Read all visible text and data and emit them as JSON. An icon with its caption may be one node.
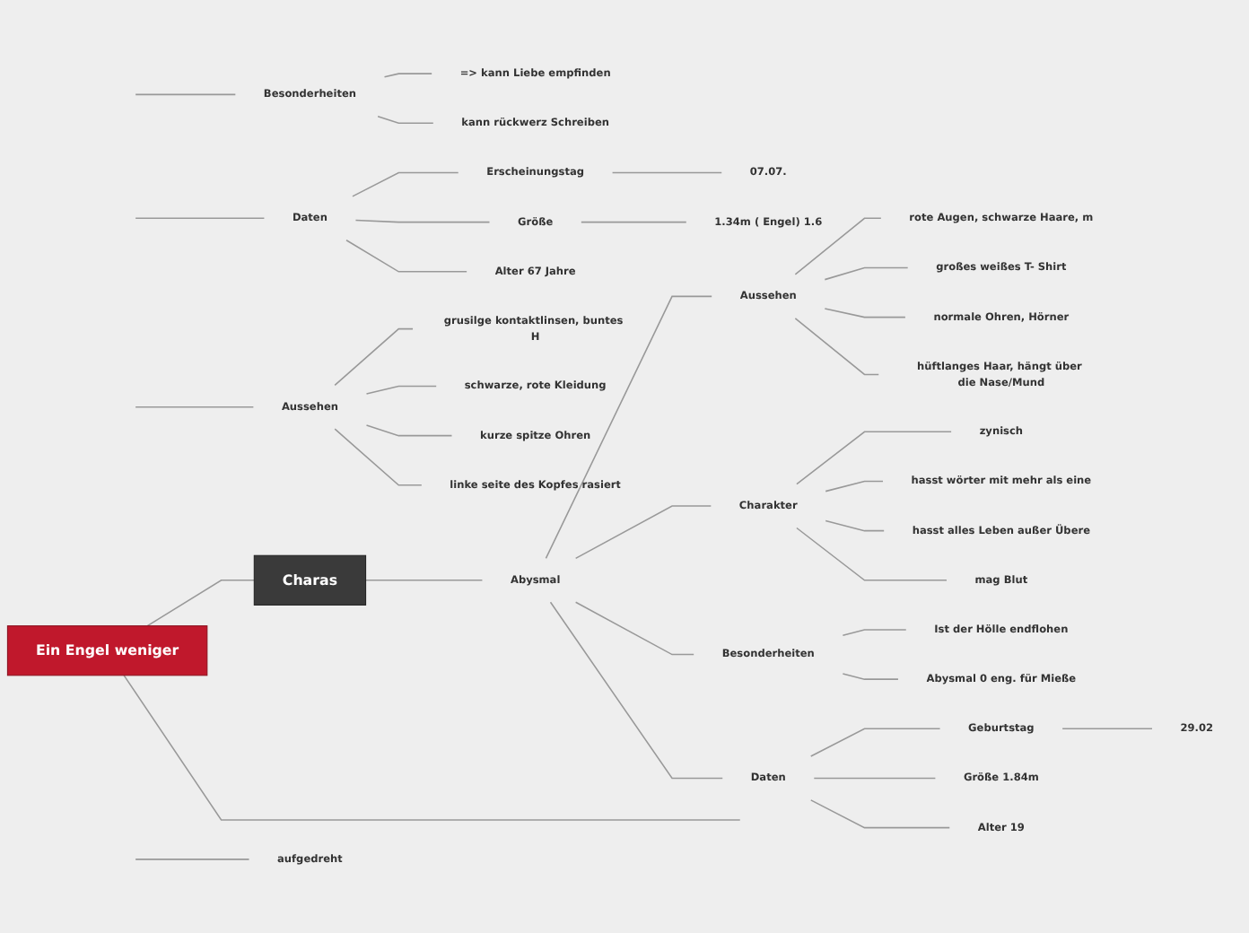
{
  "diagram": {
    "nodes": [
      {
        "text": [
          "Ein Engel weniger"
        ]
      },
      {
        "text": [
          "Charas"
        ]
      },
      {
        "text": [
          "Besonderheiten"
        ]
      },
      {
        "text": [
          "=> kann Liebe empfinden"
        ]
      },
      {
        "text": [
          "kann rückwerz Schreiben"
        ]
      },
      {
        "text": [
          "Daten"
        ]
      },
      {
        "text": [
          "Erscheinungstag"
        ]
      },
      {
        "text": [
          "07.07."
        ]
      },
      {
        "text": [
          "Größe"
        ]
      },
      {
        "text": [
          "1.34m ( Engel) 1.6"
        ]
      },
      {
        "text": [
          "Alter 67 Jahre"
        ]
      },
      {
        "text": [
          "Abysmal"
        ]
      },
      {
        "text": [
          "Aussehen"
        ]
      },
      {
        "text": [
          "rote Augen, schwarze Haare, m"
        ]
      },
      {
        "text": [
          "großes weißes T- Shirt"
        ]
      },
      {
        "text": [
          "normale Ohren, Hörner"
        ]
      },
      {
        "text": [
          "hüftlanges Haar, hängt über die Nase/Mund"
        ]
      },
      {
        "text": [
          "Charakter"
        ]
      },
      {
        "text": [
          "zynisch"
        ]
      },
      {
        "text": [
          "hasst wörter mit mehr als eine"
        ]
      },
      {
        "text": [
          "hasst alles Leben außer Übere"
        ]
      },
      {
        "text": [
          "mag Blut"
        ]
      },
      {
        "text": [
          "Besonderheiten"
        ]
      },
      {
        "text": [
          "Ist der Hölle endflohen"
        ]
      },
      {
        "text": [
          "Abysmal 0 eng. für Mieße"
        ]
      },
      {
        "text": [
          "Daten"
        ]
      },
      {
        "text": [
          "Geburtstag"
        ]
      },
      {
        "text": [
          "29.02"
        ]
      },
      {
        "text": [
          "Größe 1.84m"
        ]
      },
      {
        "text": [
          "Alter 19"
        ]
      },
      {
        "text": [
          "Aussehen"
        ]
      },
      {
        "text": [
          "grusilge kontaktlinsen, buntes H"
        ]
      },
      {
        "text": [
          "schwarze, rote Kleidung"
        ]
      },
      {
        "text": [
          "kurze spitze Ohren"
        ]
      },
      {
        "text": [
          "linke seite des Kopfes rasiert"
        ]
      },
      {
        "text": [
          "aufgedreht"
        ]
      }
    ],
    "edges": [
      {
        "from": 0,
        "to": 1,
        "arrow": "none"
      },
      {
        "from": 0,
        "to": null,
        "arrow": "none"
      },
      {
        "from": null,
        "to": 2,
        "arrow": "none"
      },
      {
        "from": 2,
        "to": 3,
        "arrow": "none"
      },
      {
        "from": 2,
        "to": 4,
        "arrow": "none"
      },
      {
        "from": null,
        "to": 5,
        "arrow": "none"
      },
      {
        "from": 5,
        "to": 6,
        "arrow": "none"
      },
      {
        "from": 6,
        "to": 7,
        "arrow": "none"
      },
      {
        "from": 5,
        "to": 8,
        "arrow": "none"
      },
      {
        "from": 8,
        "to": 9,
        "arrow": "none"
      },
      {
        "from": 5,
        "to": 10,
        "arrow": "none"
      },
      {
        "from": 1,
        "to": 11,
        "arrow": "none"
      },
      {
        "from": 11,
        "to": 12,
        "arrow": "none"
      },
      {
        "from": 12,
        "to": 13,
        "arrow": "none"
      },
      {
        "from": 12,
        "to": 14,
        "arrow": "none"
      },
      {
        "from": 12,
        "to": 15,
        "arrow": "none"
      },
      {
        "from": 12,
        "to": 16,
        "arrow": "none"
      },
      {
        "from": 11,
        "to": 17,
        "arrow": "none"
      },
      {
        "from": 17,
        "to": 18,
        "arrow": "none"
      },
      {
        "from": 17,
        "to": 19,
        "arrow": "none"
      },
      {
        "from": 17,
        "to": 20,
        "arrow": "none"
      },
      {
        "from": 17,
        "to": 21,
        "arrow": "none"
      },
      {
        "from": 11,
        "to": 22,
        "arrow": "none"
      },
      {
        "from": 22,
        "to": 23,
        "arrow": "none"
      },
      {
        "from": 22,
        "to": 24,
        "arrow": "none"
      },
      {
        "from": 11,
        "to": 25,
        "arrow": "none"
      },
      {
        "from": 25,
        "to": 26,
        "arrow": "none"
      },
      {
        "from": 26,
        "to": 27,
        "arrow": "none"
      },
      {
        "from": 25,
        "to": 28,
        "arrow": "none"
      },
      {
        "from": 25,
        "to": 29,
        "arrow": "none"
      },
      {
        "from": null,
        "to": 30,
        "arrow": "none"
      },
      {
        "from": 30,
        "to": 31,
        "arrow": "none"
      },
      {
        "from": 30,
        "to": 32,
        "arrow": "none"
      },
      {
        "from": 30,
        "to": 33,
        "arrow": "none"
      },
      {
        "from": 30,
        "to": 34,
        "arrow": "none"
      },
      {
        "from": null,
        "to": 35,
        "arrow": "none"
      }
    ]
  }
}
